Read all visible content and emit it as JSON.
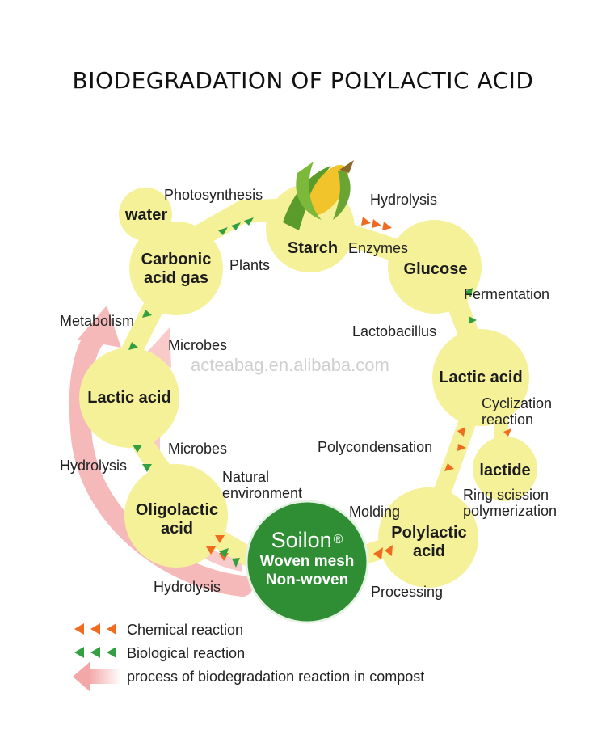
{
  "title": "BIODEGRADATION OF POLYLACTIC ACID",
  "watermark": "acteabag.en.alibaba.com",
  "colors": {
    "node_fill": "#f5f199",
    "soilon_fill": "#2f8e34",
    "chemical_arrow": "#ef6b1f",
    "biological_arrow": "#32a041",
    "compost_arrow": "#f4a7a7"
  },
  "nodes": {
    "water": "water",
    "carbonic_1": "Carbonic",
    "carbonic_2": "acid gas",
    "starch": "Starch",
    "glucose": "Glucose",
    "lactic_right": "Lactic acid",
    "lactide": "lactide",
    "polylactic_1": "Polylactic",
    "polylactic_2": "acid",
    "lactic_left": "Lactic acid",
    "oligolactic_1": "Oligolactic",
    "oligolactic_2": "acid"
  },
  "soilon": {
    "brand": "Soilon",
    "registered": "®",
    "line1": "Woven mesh",
    "line2": "Non-woven"
  },
  "labels": {
    "photosynthesis": "Photosynthesis",
    "plants": "Plants",
    "hydrolysis_top": "Hydrolysis",
    "enzymes": "Enzymes",
    "fermentation": "Fermentation",
    "lactobacillus": "Lactobacillus",
    "cyclization_1": "Cyclization",
    "cyclization_2": "reaction",
    "polycondensation": "Polycondensation",
    "ring_1": "Ring scission",
    "ring_2": "polymerization",
    "molding": "Molding",
    "processing": "Processing",
    "natural_1": "Natural",
    "natural_2": "environment",
    "hydrolysis_bottom": "Hydrolysis",
    "microbes_lower": "Microbes",
    "hydrolysis_left": "Hydrolysis",
    "microbes_upper": "Microbes",
    "metabolism": "Metabolism"
  },
  "legend": {
    "chemical": "Chemical reaction",
    "biological": "Biological reaction",
    "compost": "process of biodegradation reaction in compost"
  }
}
